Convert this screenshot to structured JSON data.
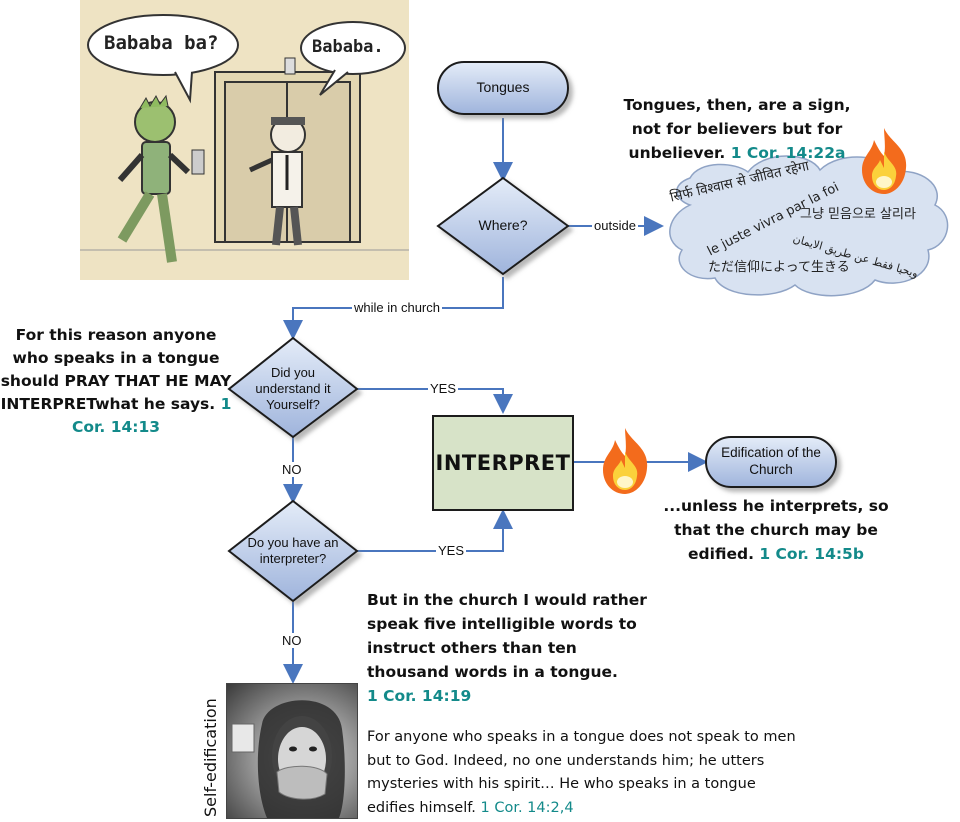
{
  "comic": {
    "speech_left": "Bababa ba?",
    "speech_right": "Bababa."
  },
  "nodes": {
    "start": "Tongues",
    "where": "Where?",
    "understand": "Did you understand it Yourself?",
    "have_interpreter": "Do you have an interpreter?",
    "interpret": "INTERPRET",
    "edification": "Edification of the Church"
  },
  "edges": {
    "outside": "outside",
    "in_church": "while in church",
    "yes1": "YES",
    "no1": "NO",
    "yes2": "YES",
    "no2": "NO"
  },
  "cloud": {
    "hindi": "सिर्फ विश्वास से जीवित रहेगा",
    "french": "le juste vivra par la foi",
    "korean": "그냥 믿음으로 살리라",
    "arabic": "ويحيا فقط عن طريق الايمان",
    "japanese": "ただ信仰によって生きる"
  },
  "quotes": {
    "sign": {
      "text": "Tongues, then, are a sign, not for believers but for unbeliever.",
      "ref": "1 Cor. 14:22a"
    },
    "pray": {
      "text_before": "For this reason anyone who speaks in a tongue should",
      "emphasis": "PRAY THAT HE MAY INTERPRET",
      "text_after": "what he says.",
      "ref": "1 Cor. 14:13"
    },
    "unless": {
      "text": "...unless he interprets, so that the church may be edified.",
      "ref": "1 Cor. 14:5b"
    },
    "five_words": {
      "text": "But in the church I would rather speak five intelligible words to instruct others than ten thousand words in a tongue.",
      "ref": "1 Cor. 14:19"
    },
    "mysteries": {
      "text": "For anyone who speaks in a tongue does not speak to men but to God. Indeed, no one understands him; he utters mysteries with his spirit…  He who speaks in a tongue edifies himself.",
      "ref": "1 Cor. 14:2,4"
    }
  },
  "photo_caption": "Self-edification",
  "colors": {
    "node_fill": "#a9bcdf",
    "node_stroke": "#1c1c1c",
    "edge": "#4a76be",
    "interpret_fill": "#d7e3c8",
    "cloud_fill": "#d8e2f1",
    "reference": "#138a8a",
    "comic_bg": "#eee3c3"
  },
  "icons": [
    "flame-icon",
    "flame-icon"
  ]
}
